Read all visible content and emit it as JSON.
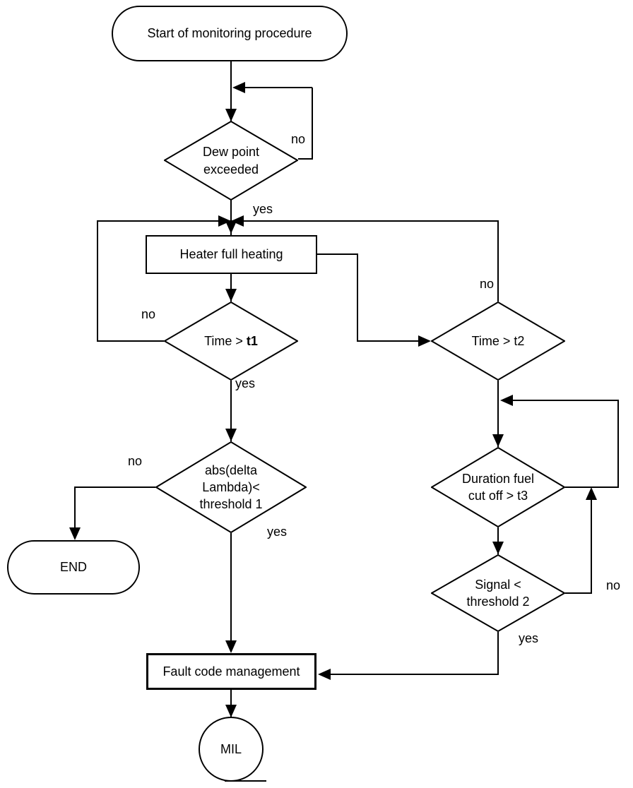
{
  "diagram": {
    "type": "flowchart",
    "colors": {
      "stroke": "#000000",
      "background": "#ffffff"
    },
    "nodes": {
      "start": {
        "shape": "terminator",
        "label": "Start of monitoring procedure"
      },
      "dew_point": {
        "shape": "decision",
        "label": "Dew point\nexceeded"
      },
      "heater": {
        "shape": "process",
        "label": "Heater full heating"
      },
      "time_t1": {
        "shape": "decision",
        "label_prefix": "Time > ",
        "label_bold": "t1"
      },
      "time_t2": {
        "shape": "decision",
        "label": "Time > t2"
      },
      "abs_delta": {
        "shape": "decision",
        "label": "abs(delta\nLambda)<\nthreshold 1"
      },
      "end": {
        "shape": "terminator",
        "label": "END"
      },
      "duration": {
        "shape": "decision",
        "label": "Duration fuel\ncut off > t3"
      },
      "signal": {
        "shape": "decision",
        "label": "Signal <\nthreshold 2"
      },
      "fault": {
        "shape": "process",
        "label": "Fault code management"
      },
      "mil": {
        "shape": "connector",
        "label": "MIL"
      }
    },
    "edges": {
      "dew_no": "no",
      "dew_yes": "yes",
      "t1_no": "no",
      "t1_yes": "yes",
      "t2_no": "no",
      "abs_no": "no",
      "abs_yes": "yes",
      "signal_no": "no",
      "signal_yes": "yes"
    }
  }
}
